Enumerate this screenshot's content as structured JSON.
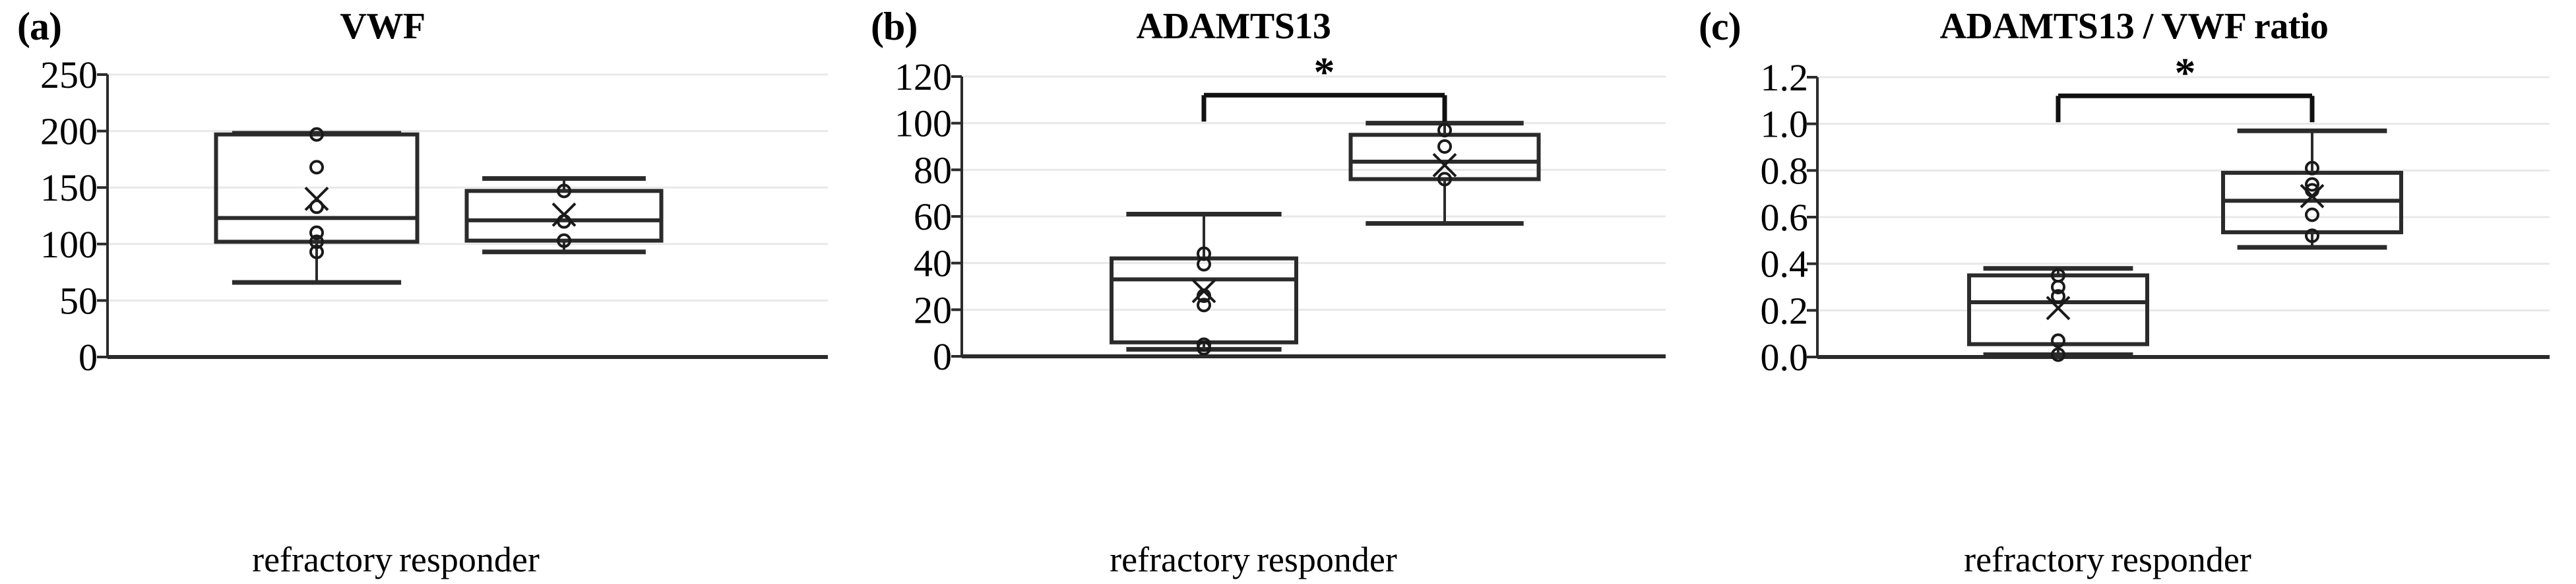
{
  "figure": {
    "panels": [
      {
        "letter": "(a)",
        "title": "VWF",
        "yticks": [
          "0",
          "50",
          "100",
          "150",
          "200",
          "250"
        ],
        "xlabels": [
          "refractory",
          "responder"
        ],
        "significance": null
      },
      {
        "letter": "(b)",
        "title": "ADAMTS13",
        "yticks": [
          "0",
          "20",
          "40",
          "60",
          "80",
          "100",
          "120"
        ],
        "xlabels": [
          "refractory",
          "responder"
        ],
        "significance": "*"
      },
      {
        "letter": "(c)",
        "title": "ADAMTS13 / VWF ratio",
        "yticks": [
          "0.0",
          "0.2",
          "0.4",
          "0.6",
          "0.8",
          "1.0",
          "1.2"
        ],
        "xlabels": [
          "refractory",
          "responder"
        ],
        "significance": "*"
      }
    ]
  },
  "chart_data": [
    {
      "type": "box",
      "title": "VWF",
      "panel": "(a)",
      "xlabel": "",
      "ylabel": "",
      "ylim": [
        0,
        250
      ],
      "yticks": [
        0,
        50,
        100,
        150,
        200,
        250
      ],
      "grid": true,
      "legend": "none",
      "annotations": [],
      "categories": [
        "refractory",
        "responder"
      ],
      "boxes": [
        {
          "name": "refractory",
          "whisker_low": 66,
          "q1": 102,
          "median": 123,
          "q3": 197,
          "whisker_high": 198,
          "mean": 140,
          "points": [
            197,
            168,
            133,
            110,
            102,
            93
          ]
        },
        {
          "name": "responder",
          "whisker_low": 93,
          "q1": 103,
          "median": 121,
          "q3": 147,
          "whisker_high": 158,
          "mean": 126,
          "points": [
            147,
            120,
            103
          ]
        }
      ]
    },
    {
      "type": "box",
      "title": "ADAMTS13",
      "panel": "(b)",
      "xlabel": "",
      "ylabel": "",
      "ylim": [
        0,
        120
      ],
      "yticks": [
        0,
        20,
        40,
        60,
        80,
        100,
        120
      ],
      "grid": true,
      "legend": "none",
      "annotations": [
        {
          "text": "*",
          "between": [
            "refractory",
            "responder"
          ],
          "y": 112
        }
      ],
      "categories": [
        "refractory",
        "responder"
      ],
      "boxes": [
        {
          "name": "refractory",
          "whisker_low": 3,
          "q1": 6,
          "median": 33,
          "q3": 42,
          "whisker_high": 61,
          "mean": 28,
          "points": [
            44,
            39.5,
            26,
            22,
            5,
            3.5
          ]
        },
        {
          "name": "responder",
          "whisker_low": 57,
          "q1": 76,
          "median": 83.5,
          "q3": 95,
          "whisker_high": 100,
          "mean": 82,
          "points": [
            97,
            90,
            76
          ]
        }
      ]
    },
    {
      "type": "box",
      "title": "ADAMTS13 / VWF ratio",
      "panel": "(c)",
      "xlabel": "",
      "ylabel": "",
      "ylim": [
        0,
        1.2
      ],
      "yticks": [
        0.0,
        0.2,
        0.4,
        0.6,
        0.8,
        1.0,
        1.2
      ],
      "grid": true,
      "legend": "none",
      "annotations": [
        {
          "text": "*",
          "between": [
            "refractory",
            "responder"
          ],
          "y": 1.12
        }
      ],
      "categories": [
        "refractory",
        "responder"
      ],
      "boxes": [
        {
          "name": "refractory",
          "whisker_low": 0.01,
          "q1": 0.055,
          "median": 0.235,
          "q3": 0.35,
          "whisker_high": 0.38,
          "mean": 0.21,
          "points": [
            0.35,
            0.3,
            0.26,
            0.07,
            0.01
          ]
        },
        {
          "name": "responder",
          "whisker_low": 0.47,
          "q1": 0.535,
          "median": 0.67,
          "q3": 0.79,
          "whisker_high": 0.97,
          "mean": 0.69,
          "points": [
            0.81,
            0.74,
            0.715,
            0.61,
            0.52
          ]
        }
      ]
    }
  ]
}
